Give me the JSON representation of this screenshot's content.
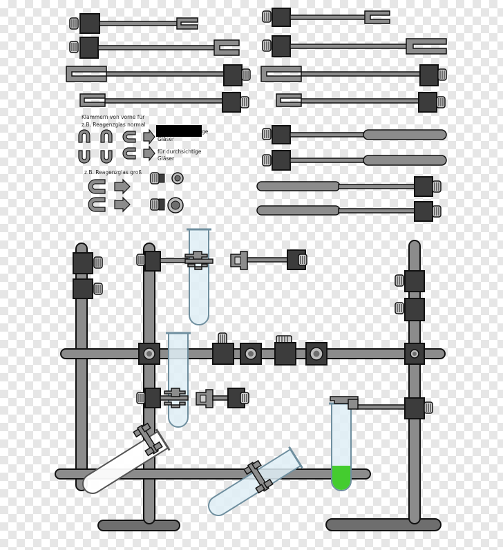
{
  "labels": {
    "front_clamps_line1": "Klammern von vorne für",
    "front_clamps_line2": "z.B. Reagenzglas normal",
    "clear_glass_top_line2": "Gläser",
    "clear_glass_line1": "für durchsichtige",
    "clear_glass_line2": "Gläser",
    "large_tube": "z.B. Reagenzglas groß"
  },
  "colors": {
    "rod_fill": "#8c8c8c",
    "rod_stroke": "#1a1a1a",
    "boss_dark": "#3c3c3c",
    "glass_fill": "#dfeef6",
    "glass_stroke": "#6f8f9f",
    "liquid_green": "#44cc2f",
    "redaction": "#000000"
  }
}
